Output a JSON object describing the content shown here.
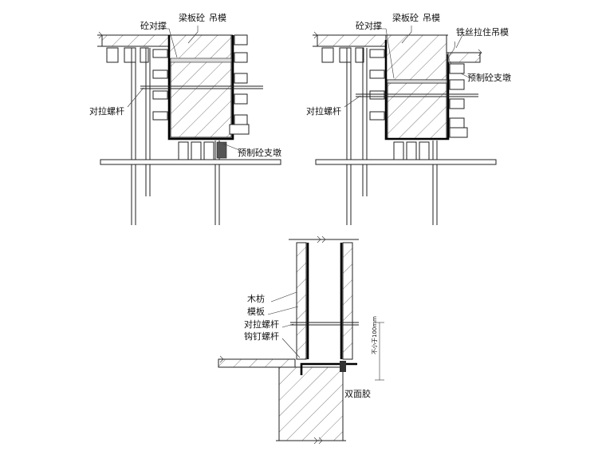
{
  "detail_a": {
    "label_beam_slab": "梁板砼",
    "label_hanging_form": "吊模",
    "label_concrete_strut": "砼对撑",
    "label_tie_bolt": "对拉螺杆",
    "label_precast_support": "预制砼支墩"
  },
  "detail_b": {
    "label_beam_slab": "梁板砼",
    "label_hanging_form": "吊模",
    "label_concrete_strut": "砼对撑",
    "label_wire_hanger": "铁丝拉住吊模",
    "label_tie_bolt": "对拉螺杆",
    "label_precast_support": "预制砼支墩"
  },
  "detail_c": {
    "label_timber": "木枋",
    "label_formwork": "模板",
    "label_tie_bolt": "对拉螺杆",
    "label_anchor_bolt": "钩钉螺杆",
    "label_double_glue": "双面胶",
    "dim_text": "不小于100mm"
  }
}
